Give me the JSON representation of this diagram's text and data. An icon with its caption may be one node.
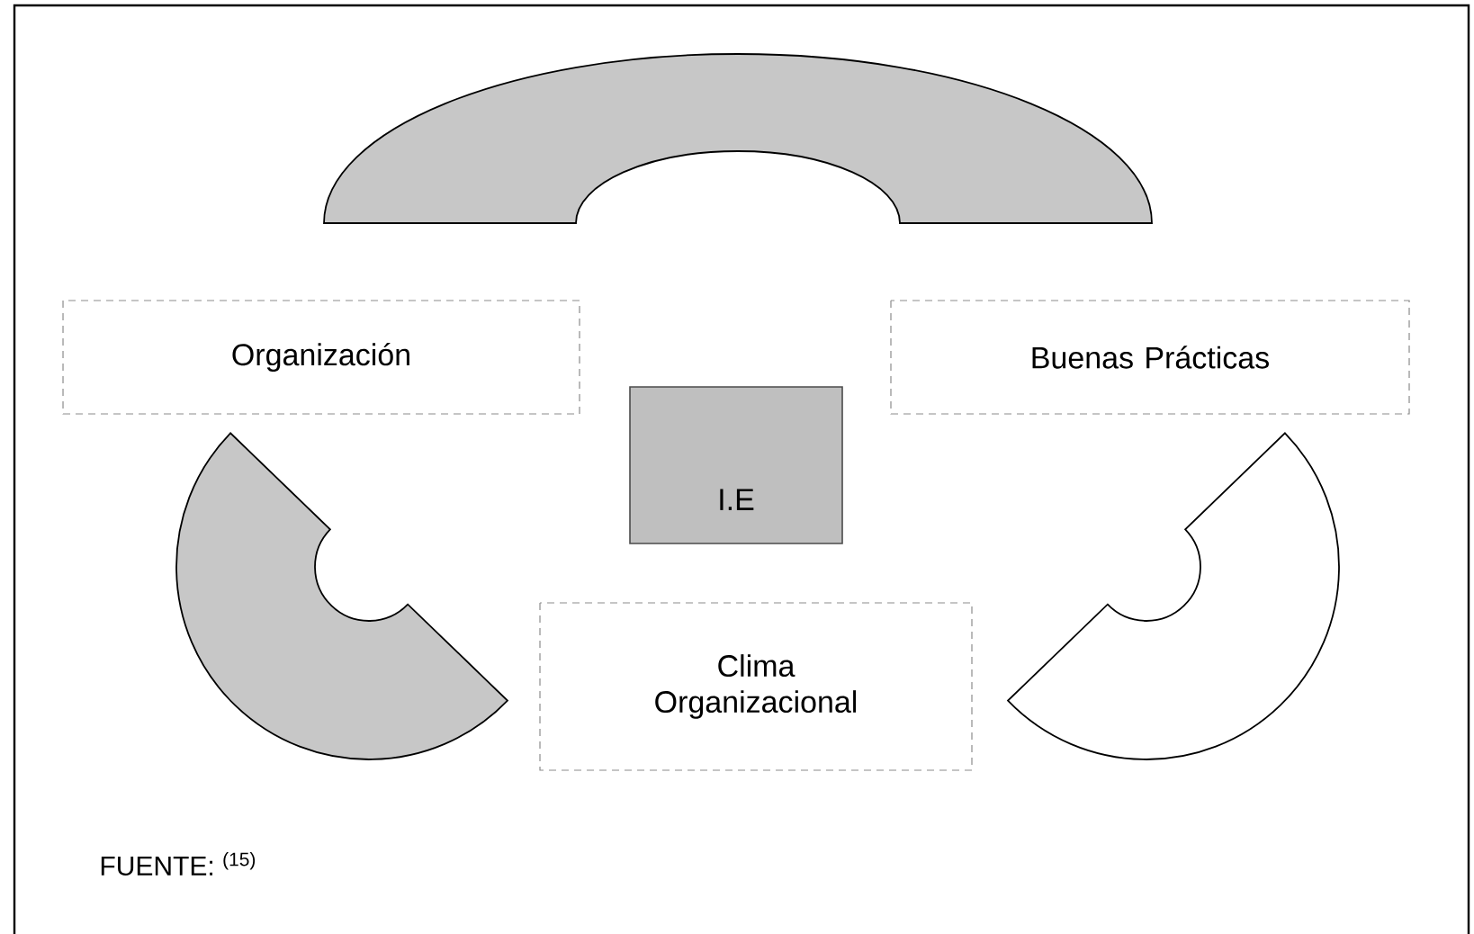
{
  "diagram": {
    "nodes": [
      {
        "text": [
          "Organización"
        ]
      },
      {
        "text": [
          "Buenas Prácticas"
        ]
      },
      {
        "text": [
          "I.E"
        ]
      },
      {
        "text": [
          "Clima Organizacional"
        ]
      }
    ],
    "labels": [
      "FUENTE: $^{(15)}$"
    ]
  }
}
